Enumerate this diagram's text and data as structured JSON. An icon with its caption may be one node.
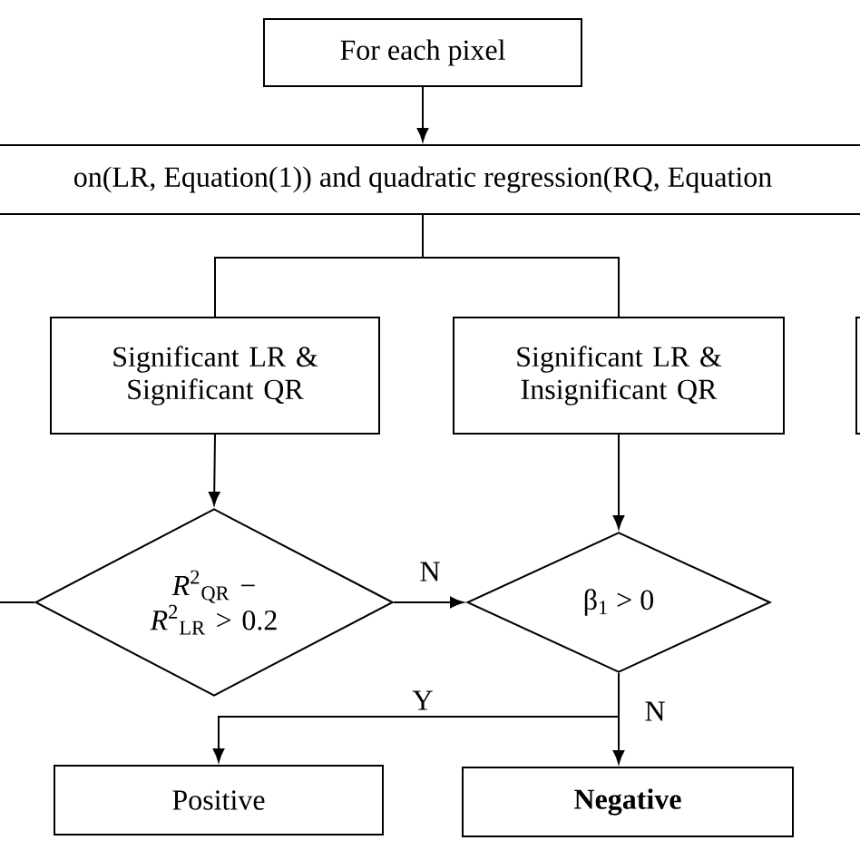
{
  "diagram": {
    "nodes": [
      {
        "text": [
          "For each pixel"
        ]
      },
      {
        "text": [
          "on(LR, Equation(1)) and quadratic regression(RQ, Equation"
        ]
      },
      {
        "text": [
          "Significant LR & Significant QR"
        ]
      },
      {
        "text": [
          "Significant LR & Insignificant QR"
        ]
      },
      {
        "text": [],
        "shape": "box"
      },
      {
        "text": [
          "*R*$^{2}$$_{QR}$ − *R*$^{2}$$_{LR}$ > 0.2"
        ]
      },
      {
        "text": [
          "β$_{1}$ > 0"
        ]
      },
      {
        "text": [
          "Positive"
        ]
      },
      {
        "text": [
          "Negative"
        ]
      }
    ],
    "edges": [
      {
        "from": 0,
        "to": 1,
        "arrow": "to"
      },
      {
        "from": 1,
        "to": 2,
        "arrow": "none"
      },
      {
        "from": 1,
        "to": 3,
        "arrow": "none"
      },
      {
        "from": 2,
        "to": 5,
        "arrow": "to"
      },
      {
        "from": 3,
        "to": 6,
        "arrow": "to"
      },
      {
        "from": 5,
        "to": 6,
        "arrow": "to",
        "label": "N"
      },
      {
        "from": 5,
        "to": null,
        "arrow": "none"
      },
      {
        "from": 6,
        "to": 7,
        "arrow": "to",
        "label": "Y"
      },
      {
        "from": 6,
        "to": 8,
        "arrow": "to",
        "label": "N"
      }
    ]
  }
}
